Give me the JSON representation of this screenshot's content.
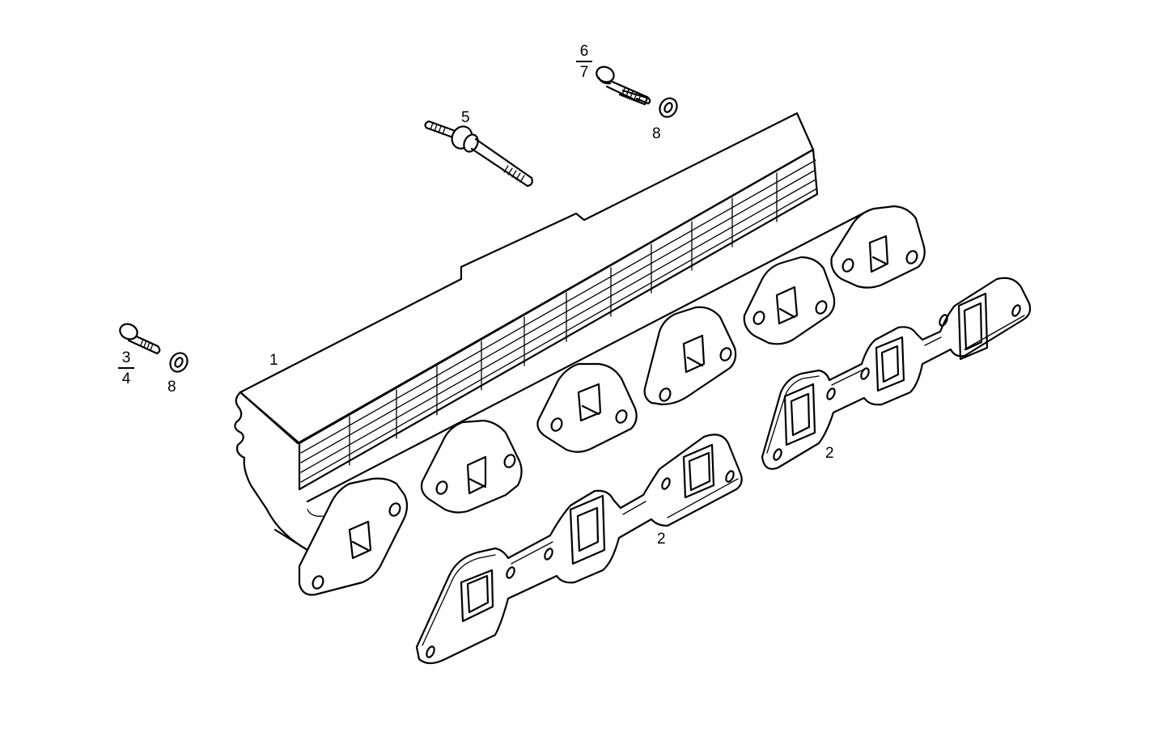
{
  "diagram": {
    "title": "Exhaust manifold exploded parts view",
    "colors": {
      "line": "#000000",
      "background": "#ffffff"
    },
    "parts": [
      {
        "ref": "1",
        "name": "Exhaust manifold"
      },
      {
        "ref": "2",
        "name": "Manifold gasket (3-port)",
        "count_shown": 2
      },
      {
        "ref": "3/4",
        "name": "Hex bolt (short)"
      },
      {
        "ref": "5",
        "name": "Stud with collar nut"
      },
      {
        "ref": "6/7",
        "name": "Hex bolt"
      },
      {
        "ref": "8",
        "name": "Washer",
        "count_shown": 2
      }
    ],
    "labels": {
      "manifold": "1",
      "gasket_front": "2",
      "gasket_rear": "2",
      "bolt_left_top": "3",
      "bolt_left_bottom": "4",
      "stud": "5",
      "bolt_top_top": "6",
      "bolt_top_bottom": "7",
      "washer_left": "8",
      "washer_top": "8"
    }
  }
}
